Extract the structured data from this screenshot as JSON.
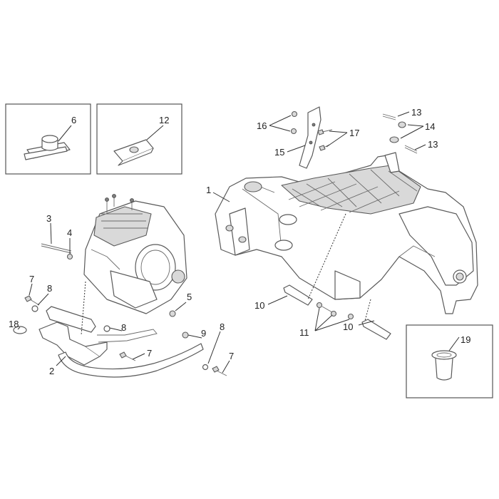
{
  "callouts": {
    "c1": "1",
    "c2": "2",
    "c3": "3",
    "c4": "4",
    "c5": "5",
    "c6": "6",
    "c7a": "7",
    "c7b": "7",
    "c7c": "7",
    "c8a": "8",
    "c8b": "8",
    "c8c": "8",
    "c9": "9",
    "c10a": "10",
    "c10b": "10",
    "c11": "11",
    "c12": "12",
    "c13a": "13",
    "c13b": "13",
    "c14": "14",
    "c15": "15",
    "c16": "16",
    "c17": "17",
    "c18": "18",
    "c19": "19"
  }
}
